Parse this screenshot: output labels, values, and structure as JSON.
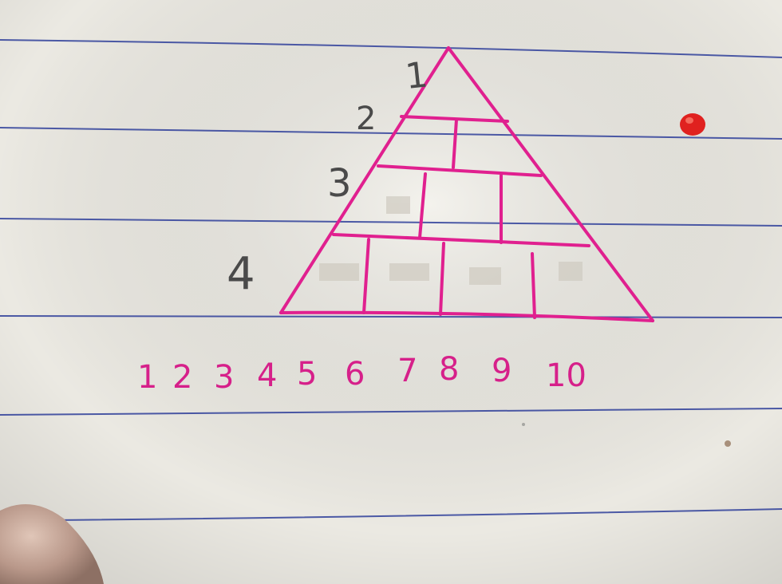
{
  "row_labels": [
    "1",
    "2",
    "3",
    "4"
  ],
  "bottom_numbers": [
    "1",
    "2",
    "3",
    "4",
    "5",
    "6",
    "7",
    "8",
    "9",
    "10"
  ],
  "pyramid_rows": [
    1,
    2,
    3,
    4
  ],
  "colors": {
    "ink_pink": "#e0208f",
    "pencil_gray": "#4a4a4a",
    "rule_blue": "#2f3f9a",
    "red_dot": "#e0211f"
  },
  "paper": "lined notebook paper"
}
